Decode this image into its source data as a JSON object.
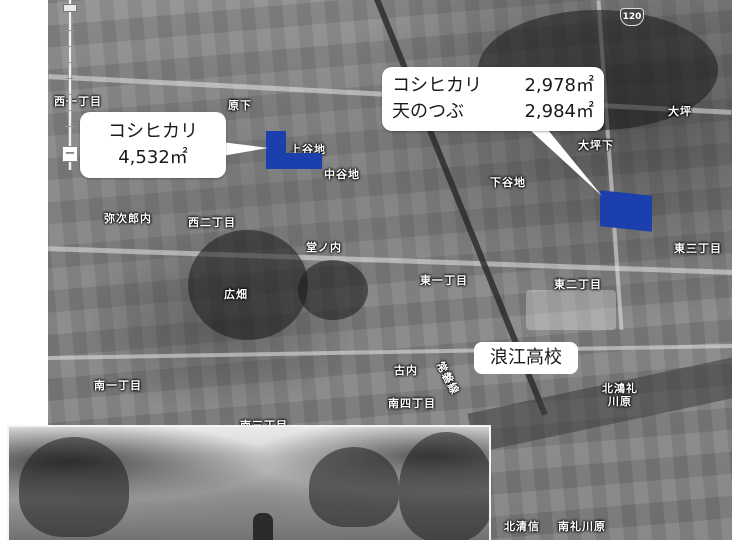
{
  "map": {
    "place_labels": [
      "西一丁目",
      "原下",
      "上谷地",
      "中谷地",
      "下谷地",
      "大坪下",
      "大坪",
      "弥次郎内",
      "西二丁目",
      "堂ノ内",
      "東三丁目",
      "東一丁目",
      "東二丁目",
      "広畑",
      "古内",
      "常磐線",
      "南一丁目",
      "南四丁目",
      "南三丁目",
      "北鴻礼",
      "川原",
      "北清信",
      "南礼川原"
    ],
    "route_number": "120"
  },
  "callouts": {
    "left": {
      "variety": "コシヒカリ",
      "area": "4,532㎡"
    },
    "right": {
      "rows": [
        {
          "variety": "コシヒカリ",
          "area": "2,978㎡"
        },
        {
          "variety": "天のつぶ",
          "area": "2,984㎡"
        }
      ]
    },
    "school": "浪江高校"
  },
  "zoom": {
    "plus": "+",
    "minus": "−"
  },
  "colors": {
    "field_highlight": "#1c3fae",
    "callout_bg": "#ffffff"
  }
}
